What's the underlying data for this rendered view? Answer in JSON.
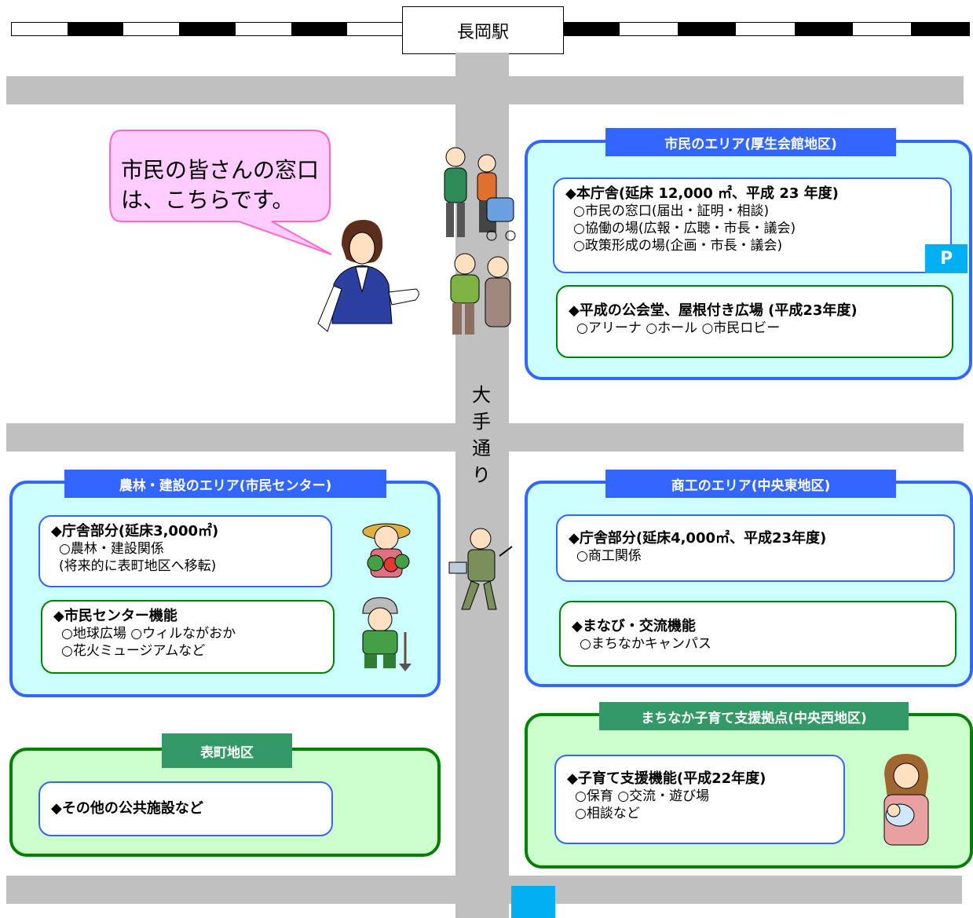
{
  "station": {
    "name": "長岡駅"
  },
  "road": {
    "name": "大手通り"
  },
  "speech": {
    "text": "市民の皆さんの窓口は、こちらです。"
  },
  "parking": {
    "label": "P"
  },
  "zones": {
    "citizen": {
      "title": "市民のエリア(厚生会館地区)",
      "honchosha": {
        "heading": "◆本庁舎(延床 12,000 ㎡、平成 23 年度)",
        "items": [
          "○市民の窓口(届出・証明・相談)",
          "○協働の場(広報・広聴・市長・議会)",
          "○政策形成の場(企画・市長・議会)"
        ]
      },
      "kokaido": {
        "heading": "◆平成の公会堂、屋根付き広場 (平成23年度)",
        "items": [
          "○アリーナ ○ホール ○市民ロビー"
        ]
      }
    },
    "agri": {
      "title": "農林・建設のエリア(市民センター)",
      "chosha": {
        "heading": "◆庁舎部分(延床3,000㎡)",
        "items": [
          "○農林・建設関係",
          " (将来的に表町地区へ移転)"
        ]
      },
      "center": {
        "heading": "◆市民センター機能",
        "items": [
          "○地球広場 ○ウィルながおか",
          "○花火ミュージアムなど"
        ]
      }
    },
    "commerce": {
      "title": "商工のエリア(中央東地区)",
      "chosha": {
        "heading": "◆庁舎部分(延床4,000㎡、平成23年度)",
        "items": [
          "○商工関係"
        ]
      },
      "manabi": {
        "heading": "◆まなび・交流機能",
        "items": [
          "○まちなかキャンパス"
        ]
      }
    },
    "omotemachi": {
      "title": "表町地区",
      "other": {
        "heading": "◆その他の公共施設など"
      }
    },
    "childcare": {
      "title": "まちなか子育て支援拠点(中央西地区)",
      "support": {
        "heading": "◆子育て支援機能(平成22年度)",
        "items": [
          "○保育 ○交流・遊び場",
          "○相談など"
        ]
      }
    }
  },
  "colors": {
    "blue_zone": "#ccffff",
    "blue_border": "#3366ff",
    "green_zone": "#ccffcc",
    "green_border": "#008000",
    "road": "#c0c0c0",
    "parking": "#00b0f0"
  }
}
